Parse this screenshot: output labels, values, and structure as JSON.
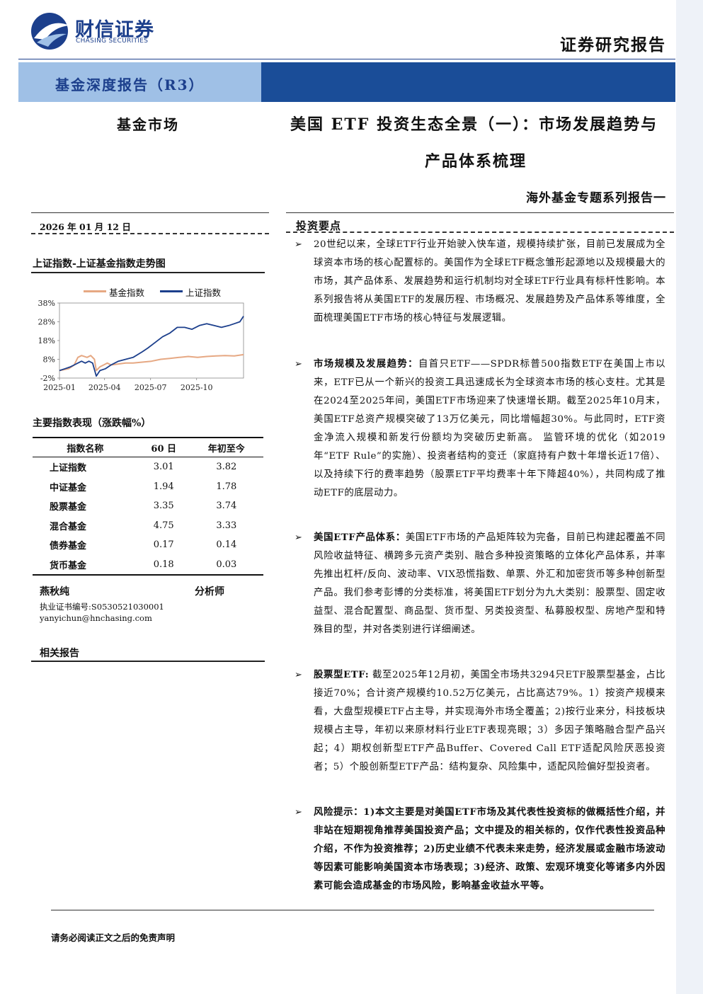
{
  "header": {
    "logo_cn": "财信证券",
    "logo_en": "CHASING SECURITIES",
    "report_type": "证券研究报告",
    "banner": "基金深度报告（R3）",
    "colors": {
      "brand_blue": "#1c3f8c",
      "banner_light": "#9fc0e6",
      "banner_dark": "#1a4d98"
    }
  },
  "left": {
    "market": "基金市场",
    "date": "2026 年 01 月 12 日",
    "chart_title": "上证指数-上证基金指数走势图",
    "index_table": {
      "title": "主要指数表现（涨跌幅%）",
      "headers": [
        "指数名称",
        "60 日",
        "年初至今"
      ],
      "rows": [
        [
          "上证指数",
          "3.01",
          "3.82"
        ],
        [
          "中证基金",
          "1.94",
          "1.78"
        ],
        [
          "股票基金",
          "3.35",
          "3.74"
        ],
        [
          "混合基金",
          "4.75",
          "3.33"
        ],
        [
          "债券基金",
          "0.17",
          "0.14"
        ],
        [
          "货币基金",
          "0.18",
          "0.03"
        ]
      ]
    },
    "analyst": {
      "name": "燕秋纯",
      "role": "分析师",
      "cert": "执业证书编号:S0530521030001",
      "email": "yanyichun@hnchasing.com"
    },
    "related": "相关报告"
  },
  "chart_data": {
    "type": "line",
    "title": "上证指数-上证基金指数走势图",
    "x_ticks": [
      "2025-01",
      "2025-04",
      "2025-07",
      "2025-10"
    ],
    "y_ticks": [
      "38%",
      "28%",
      "18%",
      "8%",
      "-2%"
    ],
    "ylim": [
      -2,
      38
    ],
    "legend_position": "top",
    "series": [
      {
        "name": "基金指数",
        "color": "#e6a883",
        "x": [
          0,
          0.05,
          0.08,
          0.1,
          0.12,
          0.15,
          0.17,
          0.19,
          0.2,
          0.22,
          0.24,
          0.26,
          0.28,
          0.32,
          0.36,
          0.4,
          0.45,
          0.5,
          0.55,
          0.6,
          0.65,
          0.7,
          0.75,
          0.8,
          0.85,
          0.9,
          0.95,
          1.0
        ],
        "values": [
          2,
          3,
          5,
          9,
          10,
          9,
          10,
          8,
          2,
          4,
          5,
          6,
          5,
          5.5,
          6,
          6,
          6.5,
          7,
          8,
          8.5,
          9,
          9.5,
          9,
          9.5,
          9.8,
          10,
          9.8,
          10.5
        ]
      },
      {
        "name": "上证指数",
        "color": "#1c3f8c",
        "x": [
          0,
          0.03,
          0.06,
          0.08,
          0.1,
          0.12,
          0.14,
          0.16,
          0.18,
          0.2,
          0.22,
          0.25,
          0.28,
          0.32,
          0.36,
          0.4,
          0.45,
          0.48,
          0.52,
          0.56,
          0.6,
          0.64,
          0.68,
          0.72,
          0.76,
          0.8,
          0.84,
          0.88,
          0.92,
          0.95,
          0.98,
          1.0
        ],
        "values": [
          2,
          3,
          4,
          5,
          6,
          7,
          6,
          7,
          6,
          -1,
          2,
          3,
          5,
          7,
          8,
          9,
          12,
          14,
          17,
          20,
          22,
          25,
          25,
          24,
          26,
          27,
          26,
          25,
          26,
          27,
          28,
          31
        ]
      }
    ]
  },
  "right": {
    "title_line1": "美国 ETF 投资生态全景（一）：市场发展趋势与",
    "title_line2": "产品体系梳理",
    "series": "海外基金专题系列报告一",
    "section_head": "投资要点",
    "bullets": [
      {
        "lead": "",
        "text": "20世纪以来，全球ETF行业开始驶入快车道，规模持续扩张，目前已发展成为全球资本市场的核心配置标的。美国作为全球ETF概念雏形起源地以及规模最大的市场，其产品体系、发展趋势和运行机制均对全球ETF行业具有标杆性影响。本系列报告将从美国ETF的发展历程、市场概况、发展趋势及产品体系等维度，全面梳理美国ETF市场的核心特征与发展逻辑。"
      },
      {
        "lead": "市场规模及发展趋势：",
        "text": "自首只ETF——SPDR标普500指数ETF在美国上市以来，ETF已从一个新兴的投资工具迅速成长为全球资本市场的核心支柱。尤其是在2024至2025年间，美国ETF市场迎来了快速增长期。截至2025年10月末，美国ETF总资产规模突破了13万亿美元，同比增幅超30%。与此同时，ETF资金净流入规模和新发行份额均为突破历史新高。 监管环境的优化（如2019年“ETF Rule”的实施）、投资者结构的变迁（家庭持有户数十年增长近17倍）、以及持续下行的费率趋势（股票ETF平均费率十年下降超40%），共同构成了推动ETF的底层动力。"
      },
      {
        "lead": "美国ETF产品体系：",
        "text": "美国ETF市场的产品矩阵较为完备，目前已构建起覆盖不同风险收益特征、横跨多元资产类别、融合多种投资策略的立体化产品体系，并率先推出杠杆/反向、波动率、VIX恐慌指数、单票、外汇和加密货币等多种创新型产品。我们参考彭博的分类标准，将美国ETF划分为九大类别：股票型、固定收益型、混合配置型、商品型、货币型、另类投资型、私募股权型、房地产型和特殊目的型，并对各类别进行详细阐述。"
      },
      {
        "lead": "股票型ETF:",
        "text": " 截至2025年12月初，美国全市场共3294只ETF股票型基金，占比接近70%；合计资产规模约10.52万亿美元，占比高达79%。1）按资产规模来看，大盘型规模ETF占主导，并实现海外市场全覆盖；2)按行业来分，科技板块规模占主导，年初以来原材料行业ETF表现亮眼；3）多因子策略融合型产品兴起；4）期权创新型ETF产品Buffer、Covered Call ETF适配风险厌恶投资者；5）个股创新型ETF产品：结构复杂、风险集中，适配风险偏好型投资者。"
      },
      {
        "lead": "风险提示：",
        "text": "1)本文主要是对美国ETF市场及其代表性投资标的做概括性介绍，并非站在短期视角推荐美国投资产品；文中提及的相关标的，仅作代表性投资品种介绍，不作为投资推荐；2)历史业绩不代表未来走势，经济发展或金融市场波动等因素可能影响美国资本市场表现；3)经济、政策、宏观环境变化等诸多内外因素可能会造成基金的市场风险，影响基金收益水平等。"
      }
    ]
  },
  "footer": {
    "disclaimer": "请务必阅读正文之后的免责声明"
  }
}
